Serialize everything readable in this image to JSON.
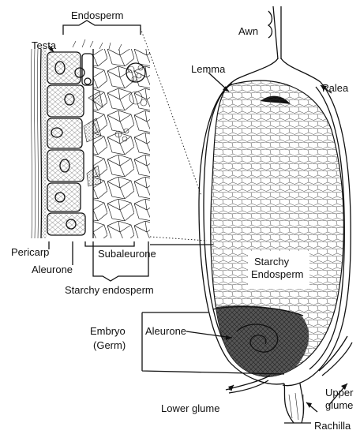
{
  "labels": {
    "endosperm": "Endosperm",
    "testa": "Testa",
    "awn": "Awn",
    "lemma": "Lemma",
    "palea": "Palea",
    "pericarp": "Pericarp",
    "aleurone_detail": "Aleurone",
    "subaleurone": "Subaleurone",
    "starchy_endosperm_detail": "Starchy endosperm",
    "starchy_line1": "Starchy",
    "starchy_line2": "Endosperm",
    "embryo_line1": "Embryo",
    "embryo_line2": "(Germ)",
    "aleurone_grain": "Aleurone",
    "lower_glume": "Lower glume",
    "upper_glume_line1": "Upper",
    "upper_glume_line2": "glume",
    "rachilla": "Rachilla"
  }
}
